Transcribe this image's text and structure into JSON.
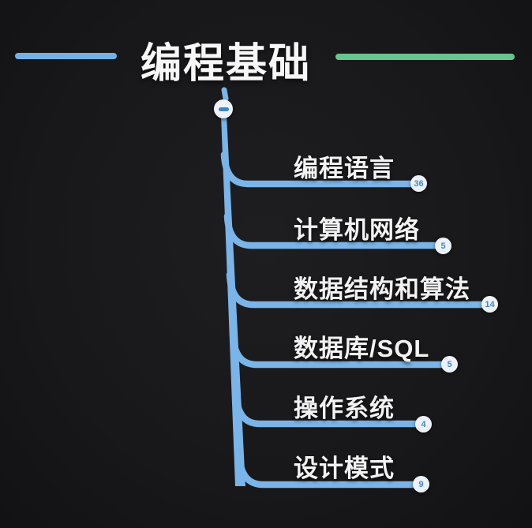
{
  "title": "编程基础",
  "root": {
    "collapse_icon": "minus"
  },
  "branches": [
    {
      "label": "编程语言",
      "count": "36"
    },
    {
      "label": "计算机网络",
      "count": "5"
    },
    {
      "label": "数据结构和算法",
      "count": "14"
    },
    {
      "label": "数据库/SQL",
      "count": "5"
    },
    {
      "label": "操作系统",
      "count": "4"
    },
    {
      "label": "设计模式",
      "count": "9"
    }
  ],
  "colors": {
    "background": "#18181a",
    "branch_blue": "#7ab4e8",
    "accent_green": "#67c68e",
    "badge_background": "#edf2fa",
    "badge_text": "#4287cd",
    "text": "#f2f2f2"
  }
}
